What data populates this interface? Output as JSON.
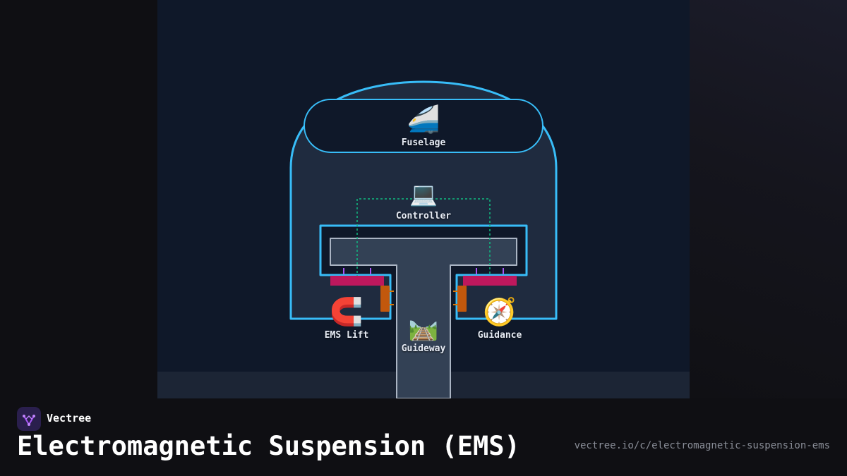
{
  "diagram": {
    "fuselage": {
      "label": "Fuselage",
      "icon": "train-icon",
      "emoji": "🚄"
    },
    "controller": {
      "label": "Controller",
      "icon": "laptop-icon",
      "emoji": "💻"
    },
    "ems_lift": {
      "label": "EMS Lift",
      "icon": "magnet-icon",
      "emoji": "🧲"
    },
    "guidance": {
      "label": "Guidance",
      "icon": "compass-icon",
      "emoji": "🧭"
    },
    "guideway": {
      "label": "Guideway",
      "icon": "railway-track-icon",
      "emoji": "🛤️"
    }
  },
  "colors": {
    "outline": "#38bdf8",
    "rail": "#3b4a5f",
    "lift_magnet": "#be185d",
    "guidance_magnet": "#c2580c",
    "control_link": "#10b981"
  },
  "footer": {
    "brand": "Vectree",
    "title": "Electromagnetic Suspension (EMS)",
    "url": "vectree.io/c/electromagnetic-suspension-ems"
  }
}
